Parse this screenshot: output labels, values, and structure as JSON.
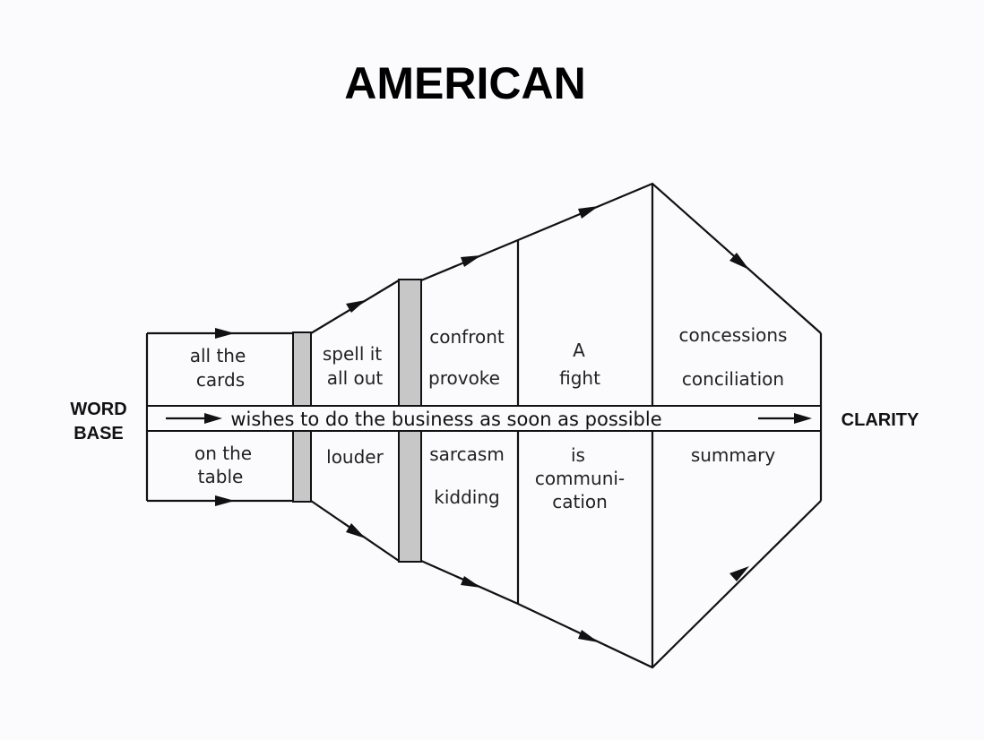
{
  "title": "AMERICAN",
  "left_label": [
    "WORD",
    "BASE"
  ],
  "right_label": "CLARITY",
  "center_band": "wishes to do the business as soon as possible",
  "sections": [
    {
      "top": [
        "all the",
        "cards"
      ],
      "bottom": [
        "on the",
        "table"
      ]
    },
    {
      "top": [
        "spell it",
        "all out"
      ],
      "bottom": [
        "louder"
      ]
    },
    {
      "top": [
        "confront",
        "provoke"
      ],
      "bottom": [
        "sarcasm",
        "kidding"
      ]
    },
    {
      "top": [
        "A",
        "fight"
      ],
      "bottom": [
        "is",
        "communi-",
        "cation"
      ]
    },
    {
      "top": [
        "concessions",
        "conciliation"
      ],
      "bottom": [
        "summary"
      ]
    }
  ]
}
